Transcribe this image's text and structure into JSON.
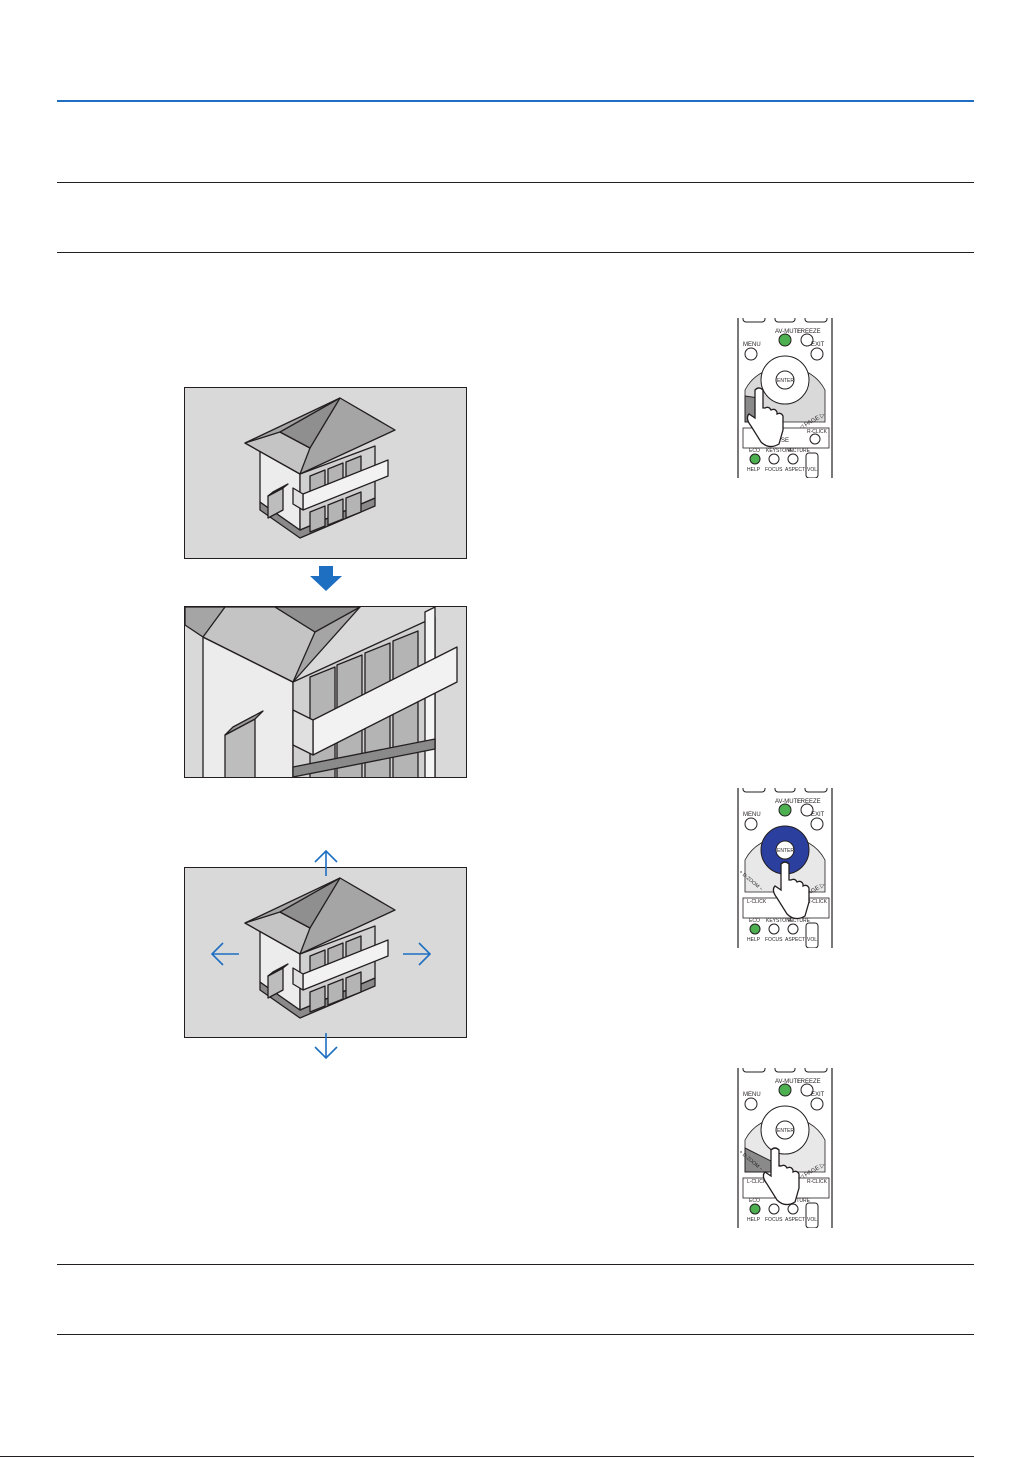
{
  "remote": {
    "av_mute": "AV-MUTE",
    "freeze": "FREEZE",
    "menu": "MENU",
    "exit": "EXIT",
    "enter": "ENTER",
    "mouse": "MOUSE",
    "r_click": "R-CLICK",
    "l_click": "L-CLICK",
    "eco": "ECO",
    "keystone": "KEYSTONE",
    "picture": "PICTURE",
    "help": "HELP",
    "focus": "FOCUS",
    "aspect": "ASPECT",
    "vol": "VOL.",
    "page": "◁ PAGE ▷",
    "d_zoom": "+ D-ZOOM −"
  },
  "colors": {
    "accent": "#1e6fc2",
    "highlight": "#2b3f9e",
    "green_button": "#4caf50",
    "picture_bg": "#d9d9d9"
  }
}
